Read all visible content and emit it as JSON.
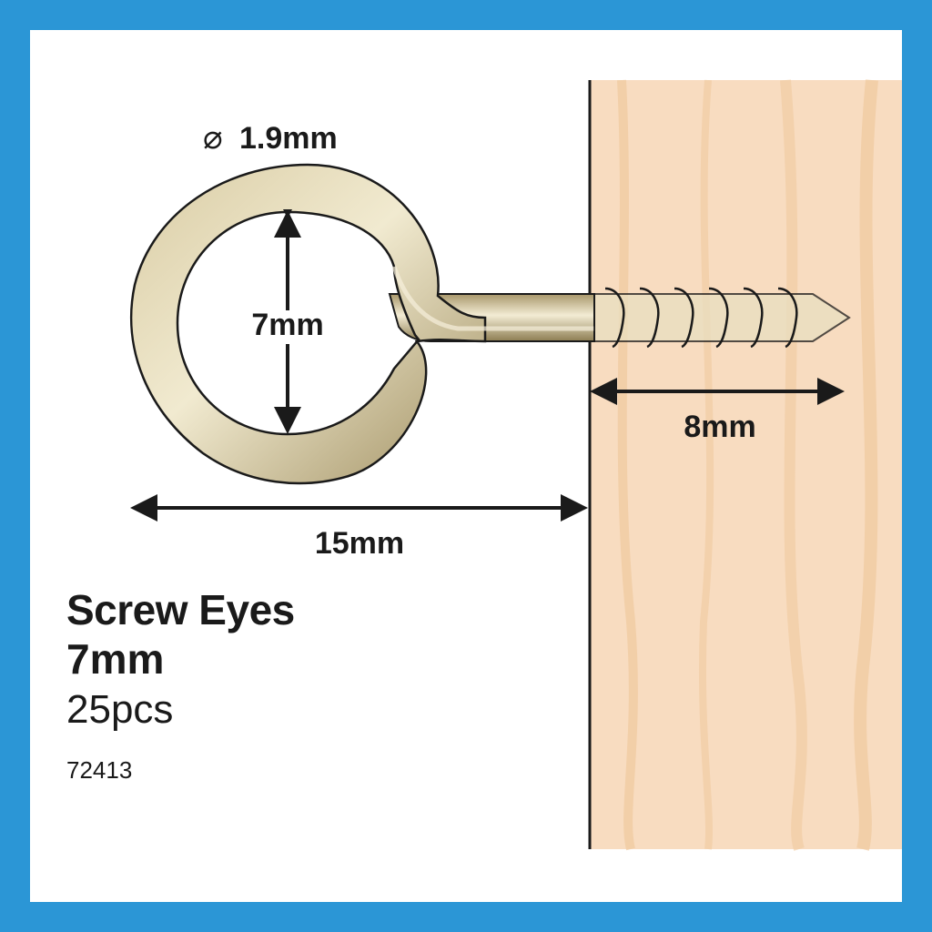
{
  "colors": {
    "frame": "#2b96d6",
    "wood": "#f8dcc0",
    "wood_grain": "#f0c99e",
    "metal": "#b9a878",
    "metal_highlight": "#efe6c8",
    "line": "#1a1a1a"
  },
  "dimensions": {
    "wire_symbol": "⌀",
    "wire_diameter": "1.9mm",
    "inner_diameter": "7mm",
    "thread_length": "8mm",
    "total_length": "15mm"
  },
  "product": {
    "name": "Screw Eyes",
    "size": "7mm",
    "quantity": "25pcs",
    "code": "72413"
  },
  "icons": {
    "wire": "diameter-icon",
    "arrow": "arrowhead"
  }
}
